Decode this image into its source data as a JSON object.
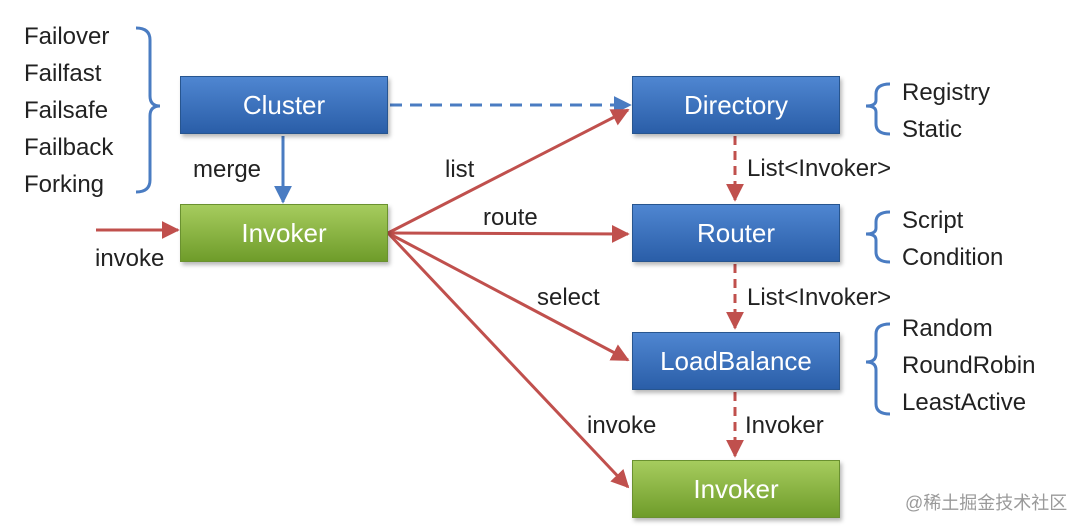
{
  "colors": {
    "box_blue": "#3a72bf",
    "box_green": "#86b23f",
    "arrow_red": "#c0504d",
    "arrow_blue": "#4a7cc2",
    "bracket": "#4a7cc2"
  },
  "boxes": {
    "cluster": "Cluster",
    "invoker_main": "Invoker",
    "directory": "Directory",
    "router": "Router",
    "loadbalance": "LoadBalance",
    "invoker_bottom": "Invoker"
  },
  "labels": {
    "merge": "merge",
    "invoke_left": "invoke",
    "list": "list",
    "route": "route",
    "select": "select",
    "invoke_diag": "invoke",
    "dir_to_router": "List<Invoker>",
    "router_to_lb": "List<Invoker>",
    "lb_to_invoker": "Invoker"
  },
  "cluster_strategies": [
    "Failover",
    "Failfast",
    "Failsafe",
    "Failback",
    "Forking"
  ],
  "directory_types": [
    "Registry",
    "Static"
  ],
  "router_types": [
    "Script",
    "Condition"
  ],
  "loadbalance_types": [
    "Random",
    "RoundRobin",
    "LeastActive"
  ],
  "watermark": "@稀土掘金技术社区"
}
